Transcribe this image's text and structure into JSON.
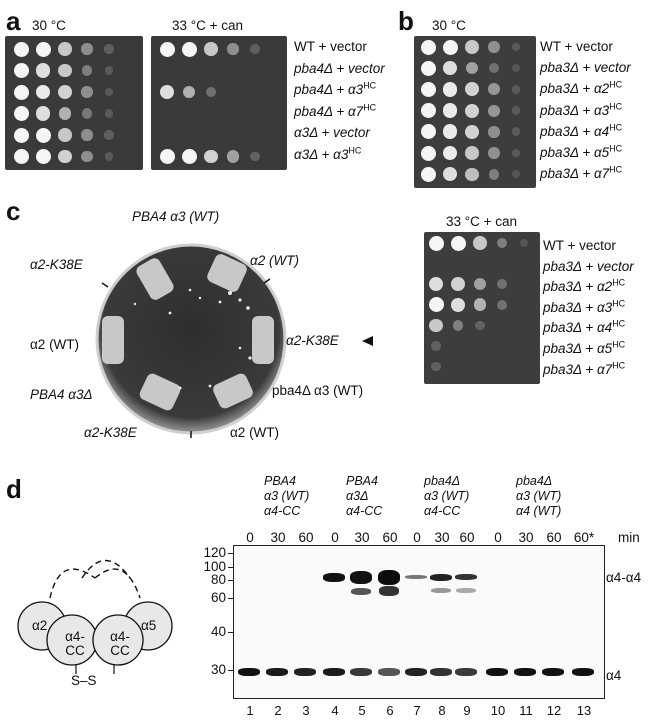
{
  "panel_a": {
    "label": "a",
    "plate1_condition": "30 °C",
    "plate2_condition": "33 °C + can",
    "rows": [
      {
        "pre": "WT + vector",
        "sup": "",
        "post": ""
      },
      {
        "pre": "pba4Δ + vector",
        "sup": "",
        "post": ""
      },
      {
        "pre": "pba4Δ + α3",
        "sup": "HC",
        "post": ""
      },
      {
        "pre": "pba4Δ + α7",
        "sup": "HC",
        "post": ""
      },
      {
        "pre": "α3Δ + vector",
        "sup": "",
        "post": ""
      },
      {
        "pre": "α3Δ + α3",
        "sup": "HC",
        "post": ""
      }
    ]
  },
  "panel_b": {
    "label": "b",
    "top_condition": "30 °C",
    "bottom_condition": "33 °C + can",
    "rows": [
      {
        "pre": "WT + vector",
        "sup": ""
      },
      {
        "pre": "pba3Δ + vector",
        "sup": ""
      },
      {
        "pre": "pba3Δ + α2",
        "sup": "HC"
      },
      {
        "pre": "pba3Δ + α3",
        "sup": "HC"
      },
      {
        "pre": "pba3Δ + α4",
        "sup": "HC"
      },
      {
        "pre": "pba3Δ + α5",
        "sup": "HC"
      },
      {
        "pre": "pba3Δ + α7",
        "sup": "HC"
      }
    ]
  },
  "panel_c": {
    "label": "c",
    "sectors": {
      "top": "PBA4 α3 (WT)",
      "upper_left": "α2-K38E",
      "upper_right": "α2 (WT)",
      "mid_left": "α2 (WT)",
      "mid_right": "α2-K38E",
      "lower_left": "PBA4 α3Δ",
      "lower_right": "pba4Δ α3 (WT)",
      "bottom_left": "α2-K38E",
      "bottom_right": "α2 (WT)"
    }
  },
  "panel_d": {
    "label": "d",
    "groups": [
      {
        "line1": "PBA4",
        "line2": "α3 (WT)",
        "line3": "α4-CC"
      },
      {
        "line1": "PBA4",
        "line2": "α3Δ",
        "line3": "α4-CC"
      },
      {
        "line1": "pba4Δ",
        "line2": "α3 (WT)",
        "line3": "α4-CC"
      },
      {
        "line1": "pba4Δ",
        "line2": "α3 (WT)",
        "line3": "α4 (WT)"
      }
    ],
    "timepoints": [
      "0",
      "30",
      "60",
      "0",
      "30",
      "60",
      "0",
      "30",
      "60",
      "0",
      "30",
      "60",
      "60*"
    ],
    "time_unit": "min",
    "mw_markers": [
      "120",
      "100",
      "80",
      "60",
      "40",
      "30"
    ],
    "lanes": [
      "1",
      "2",
      "3",
      "4",
      "5",
      "6",
      "7",
      "8",
      "9",
      "10",
      "11",
      "12",
      "13"
    ],
    "band_upper": "α4-α4",
    "band_lower": "α4",
    "diagram": {
      "sub1": "α2",
      "sub2a": "α4-",
      "sub2b": "CC",
      "sub3a": "α4-",
      "sub3b": "CC",
      "sub4": "α5",
      "bond": "S–S"
    }
  }
}
